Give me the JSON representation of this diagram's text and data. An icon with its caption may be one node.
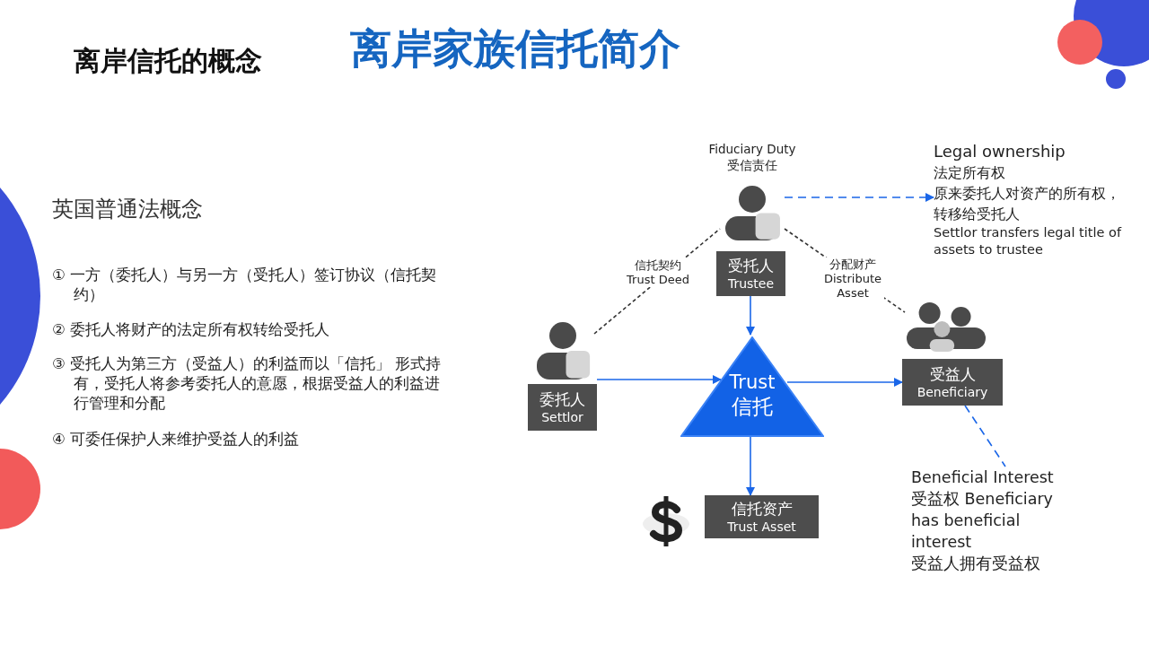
{
  "diagram": {
    "title": "离岸家族信托简介",
    "nodes": [
      {
        "text": [],
        "shape": "person"
      },
      {
        "text": [
          "委托人",
          "Settlor"
        ]
      },
      {
        "text": [],
        "shape": "person",
        "beside": [
          "Fiduciary Duty",
          "受信责任"
        ]
      },
      {
        "text": [
          "受托人",
          "Trustee"
        ]
      },
      {
        "text": [
          "Trust",
          "信托"
        ]
      },
      {
        "text": [],
        "shape": "person"
      },
      {
        "text": [
          "受益人",
          "Beneficiary"
        ]
      },
      {
        "text": [
          "信托资产",
          "Trust Asset"
        ]
      },
      {
        "text": [
          "Legal ownership",
          "法定所有权",
          "原来委托人对资产的所有权，转移给受托人",
          "Settlor transfers legal title of assets to trustee"
        ]
      },
      {
        "text": [
          "Beneficial Interest",
          "受益权 Beneficiary has beneficial interest",
          "受益人拥有受益权"
        ]
      }
    ],
    "edges": [
      {
        "from": 0,
        "to": 2,
        "arrow": "none",
        "label": "信托契约 Trust Deed",
        "style": "dashed",
        "color": "#333333"
      },
      {
        "from": 2,
        "to": 5,
        "arrow": "none",
        "label": "分配财产 Distribute Asset",
        "style": "dashed",
        "color": "#333333"
      },
      {
        "from": 3,
        "to": 4,
        "arrow": "to"
      },
      {
        "from": 1,
        "to": 4,
        "arrow": "to"
      },
      {
        "from": 4,
        "to": 6,
        "arrow": "to"
      },
      {
        "from": 4,
        "to": 7,
        "arrow": "to"
      },
      {
        "from": 2,
        "to": 8,
        "arrow": "to",
        "style": "dashed"
      },
      {
        "from": 6,
        "to": 9,
        "arrow": "none",
        "style": "dashed"
      }
    ],
    "labels": [
      "离岸信托的概念",
      "英国普通法概念",
      "① 一方（委托人）与另一方（受托人）签订协议（信托契约）",
      "② 委托人将财产的法定所有权转给受托人",
      "③ 受托人为第三方（受益人）的利益而以「信托」 形式持有，受托人将参考委托人的意愿，根据受益人的利益进行管理和分配",
      "④ 可委任保护人来维护受益人的利益"
    ]
  }
}
